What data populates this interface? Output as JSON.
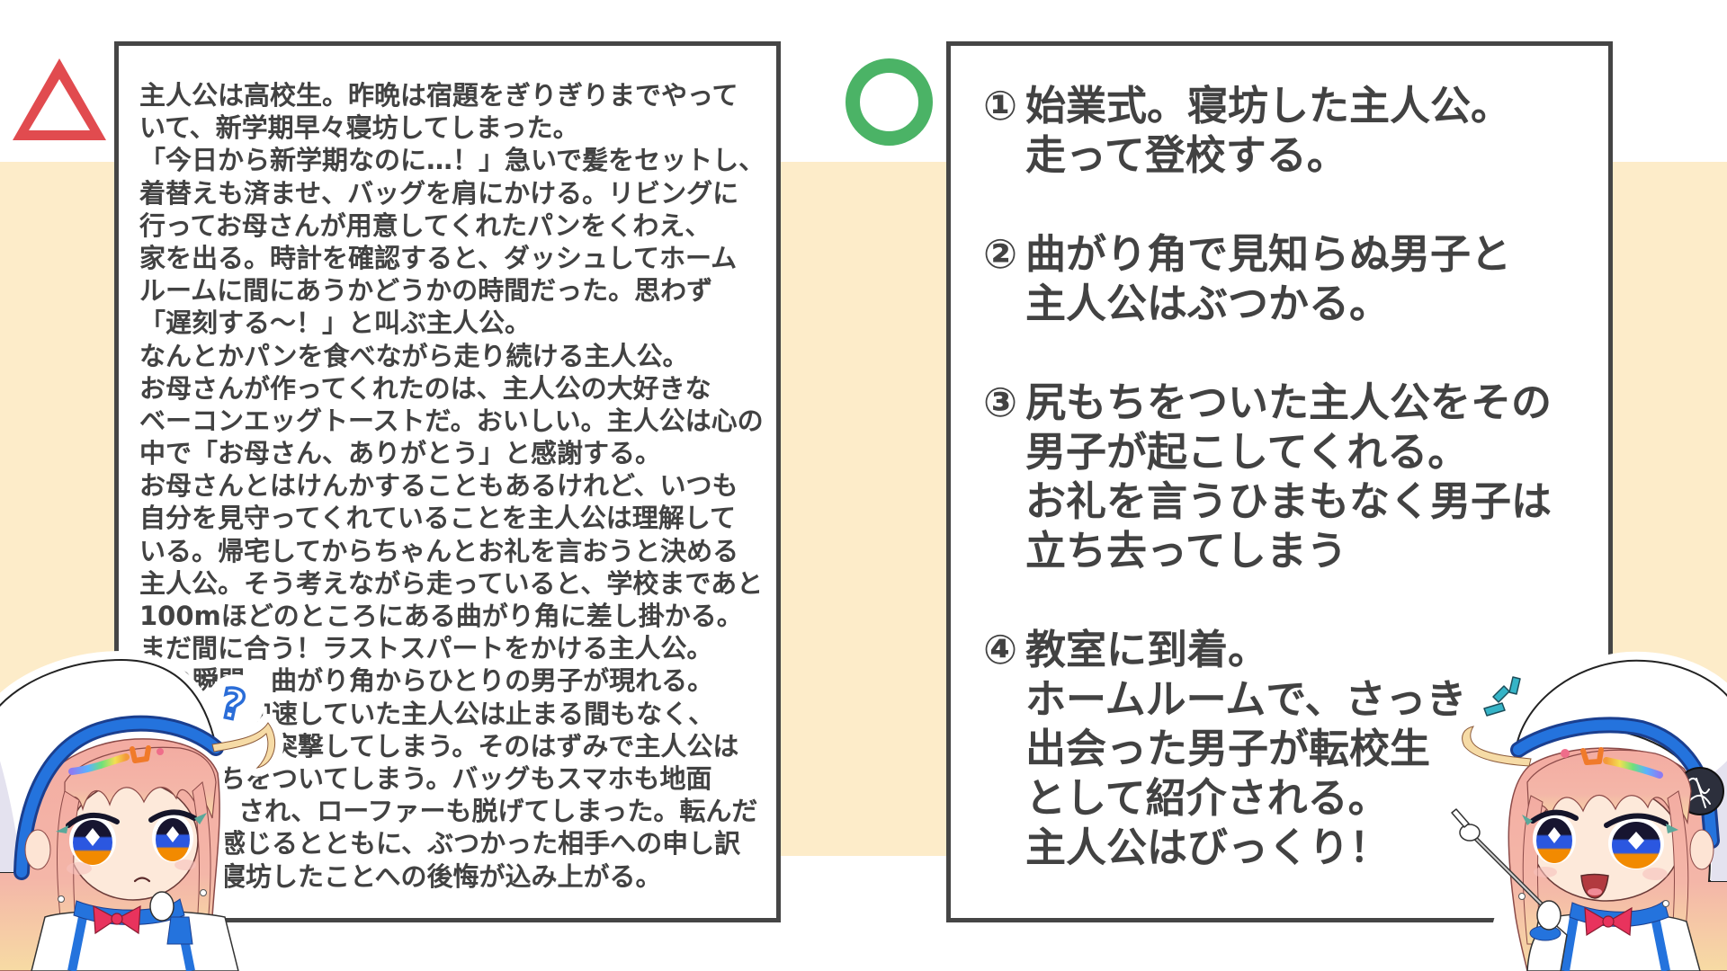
{
  "colors": {
    "background": "#ffffff",
    "band": "#fdecc9",
    "panel_border": "#454545",
    "text": "#424242"
  },
  "bad_example": {
    "mark": {
      "icon": "triangle-mark-icon",
      "meaning": "needs improvement",
      "color": "#e14b4f"
    },
    "lines": [
      "主人公は高校生。昨晩は宿題をぎりぎりまでやって",
      "いて、新学期早々寝坊してしまった。",
      "「今日から新学期なのに…！」急いで髪をセットし、",
      "着替えも済ませ、バッグを肩にかける。リビングに",
      "行ってお母さんが用意してくれたパンをくわえ、",
      "家を出る。時計を確認すると、ダッシュしてホーム",
      "ルームに間にあうかどうかの時間だった。思わず",
      "「遅刻する～！」と叫ぶ主人公。",
      "なんとかパンを食べながら走り続ける主人公。",
      "お母さんが作ってくれたのは、主人公の大好きな",
      "ベーコンエッグトーストだ。おいしい。主人公は心の",
      "中で「お母さん、ありがとう」と感謝する。",
      "お母さんとはけんかすることもあるけれど、いつも",
      "自分を見守ってくれていることを主人公は理解して",
      "いる。帰宅してからちゃんとお礼を言おうと決める",
      "主人公。そう考えながら走っていると、学校まであと",
      "100mほどのところにある曲がり角に差し掛かる。",
      "まだ間に合う！ラストスパートをかける主人公。",
      "の瞬間、曲がり角からひとりの男子が現れる。",
      "加速していた主人公は止まる間もなく、",
      "子に突撃してしまう。そのはずみで主人公は",
      "ちをついてしまう。バッグもスマホも地面",
      "され、ローファーも脱げてしまった。転んだ",
      "感じるとともに、ぶつかった相手への申し訳",
      "寝坊したことへの後悔が込み上がる。"
    ]
  },
  "good_example": {
    "mark": {
      "icon": "circle-mark-icon",
      "meaning": "good",
      "color": "#4bb366"
    },
    "items": [
      {
        "number": "①",
        "lines": [
          "始業式。寝坊した主人公。",
          "走って登校する。"
        ]
      },
      {
        "number": "②",
        "lines": [
          "曲がり角で見知らぬ男子と",
          "主人公はぶつかる。"
        ]
      },
      {
        "number": "③",
        "lines": [
          "尻もちをついた主人公をその",
          "男子が起こしてくれる。",
          "お礼を言うひまもなく男子は",
          "立ち去ってしまう"
        ]
      },
      {
        "number": "④",
        "lines": [
          "教室に到着。",
          "ホームルームで、さっき",
          "出会った男子が転校生",
          "として紹介される。",
          "主人公はびっくり！"
        ]
      }
    ]
  },
  "characters": [
    {
      "position": "bottom-left",
      "expression": "thinking",
      "effect_icon": "question-mark-icon",
      "effect_text": "?"
    },
    {
      "position": "bottom-right",
      "expression": "happy-pointing",
      "effect_icon": "sparkle-lines-icon",
      "prop": "pointer-stick"
    }
  ]
}
